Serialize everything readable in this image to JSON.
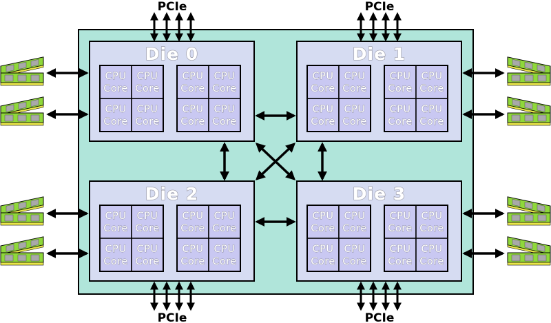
{
  "labels": {
    "pcie": "PCIe",
    "core_line1": "CPU",
    "core_line2": "Core"
  },
  "dies": [
    {
      "id": "die-0",
      "title": "Die 0"
    },
    {
      "id": "die-1",
      "title": "Die 1"
    },
    {
      "id": "die-2",
      "title": "Die 2"
    },
    {
      "id": "die-3",
      "title": "Die 3"
    }
  ],
  "counts": {
    "ccx_per_die": 2,
    "cores_per_ccx": 4,
    "pcie_lanes_per_group": 4,
    "memory_channels_per_die": 2
  },
  "colors": {
    "package_fill": "#b0e5da",
    "die_fill": "#d6dcf2",
    "core_fill": "#c9c8f2",
    "ram_board": "#8fd83a",
    "ram_chip": "#a9a9a9",
    "ram_contacts": "#e9e64a",
    "line": "#000000"
  },
  "icons": {
    "memory_module": "ram-stick-icon",
    "arrow": "double-headed-arrow-icon"
  }
}
